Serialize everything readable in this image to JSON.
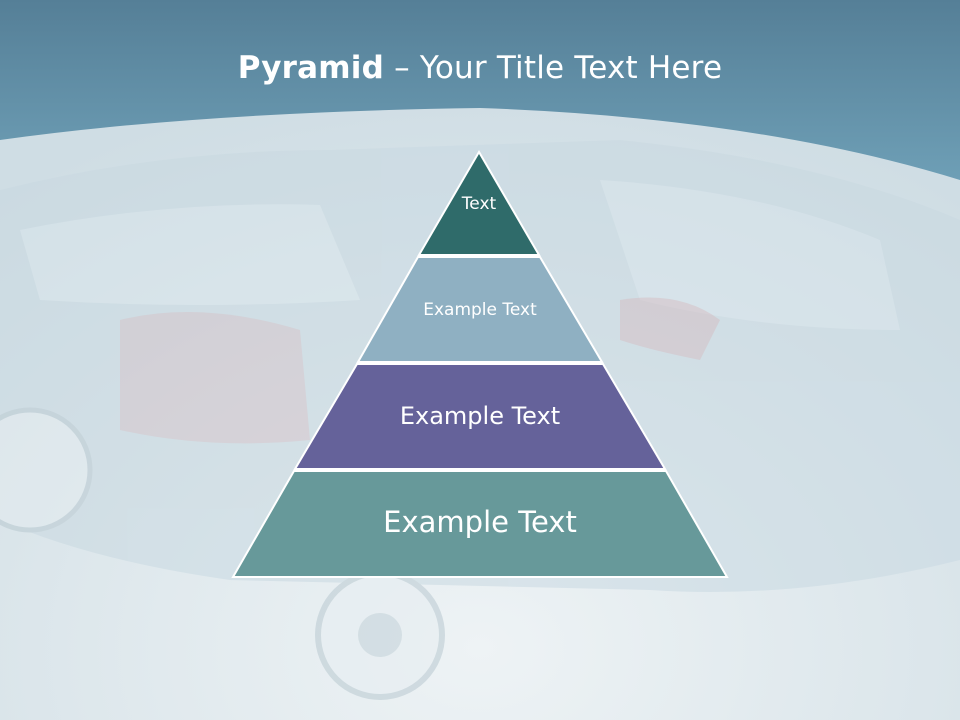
{
  "slide": {
    "title_bold": "Pyramid",
    "title_rest": " – Your Title Text Here"
  },
  "pyramid": {
    "levels": [
      {
        "label": "Text",
        "color": "#2f6b6a"
      },
      {
        "label": "Example Text",
        "color": "#8fb0c2"
      },
      {
        "label": "Example Text",
        "color": "#65629a"
      },
      {
        "label": "Example Text",
        "color": "#67999a"
      }
    ]
  },
  "colors": {
    "header_band": "#5b8ca5",
    "background": "#dfe9ee"
  }
}
